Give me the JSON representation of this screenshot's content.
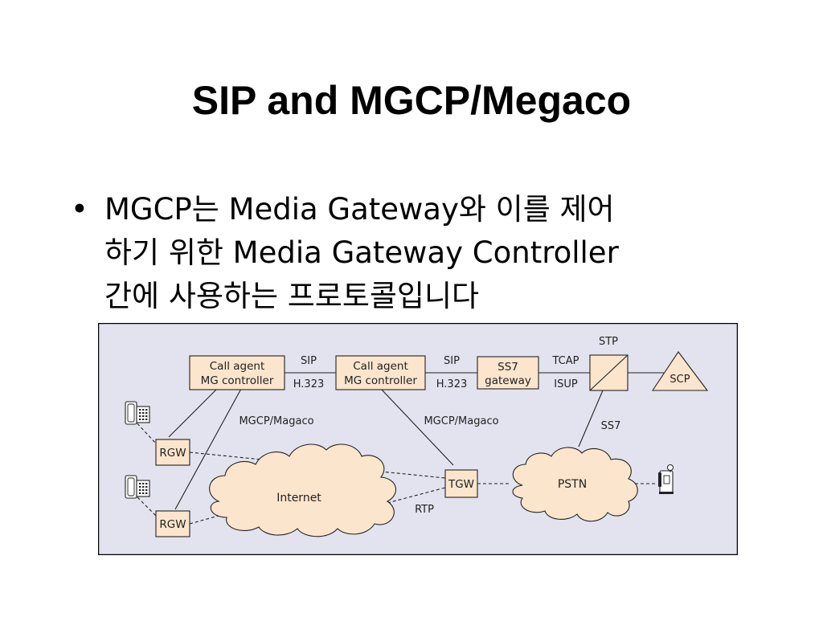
{
  "slide": {
    "title": "SIP and MGCP/Megaco",
    "bullet_marker": "•",
    "bullet_lines": [
      "MGCP는 Media Gateway와 이를 제어",
      "하기 위한 Media Gateway Controller",
      "간에 사용하는 프로토콜입니다"
    ]
  },
  "diagram": {
    "nodes": {
      "call_agent_1": [
        "Call agent",
        "MG controller"
      ],
      "call_agent_2": [
        "Call agent",
        "MG controller"
      ],
      "ss7_gateway": [
        "SS7",
        "gateway"
      ],
      "stp": "STP",
      "scp": "SCP",
      "rgw_1": "RGW",
      "rgw_2": "RGW",
      "tgw": "TGW",
      "internet": "Internet",
      "pstn": "PSTN"
    },
    "links": {
      "sip_1": "SIP",
      "h323_1": "H.323",
      "sip_2": "SIP",
      "h323_2": "H.323",
      "tcap": "TCAP",
      "isup": "ISUP",
      "ss7": "SS7",
      "mgcp_1": "MGCP/Magaco",
      "mgcp_2": "MGCP/Magaco",
      "rtp": "RTP"
    },
    "colors": {
      "background": "#e3e3ef",
      "box_fill": "#fbe5cc",
      "cloud_fill": "#fbe5cc",
      "line": "#222222"
    }
  }
}
